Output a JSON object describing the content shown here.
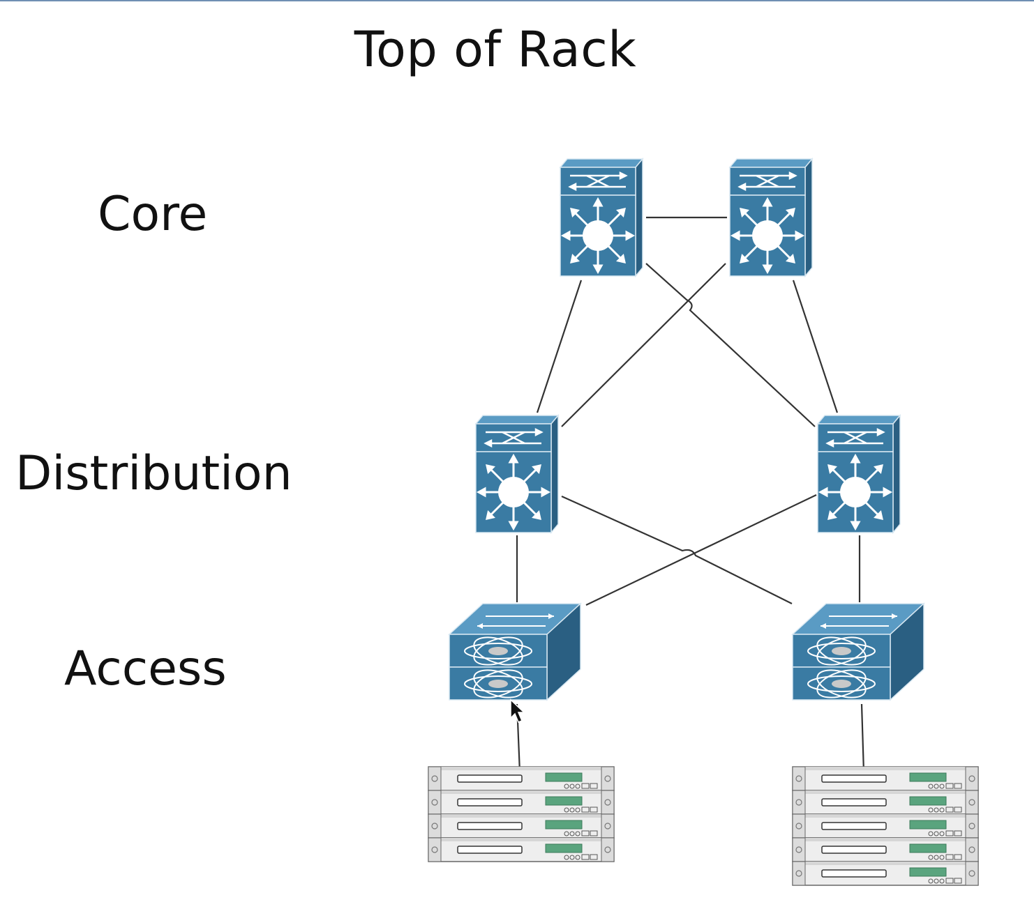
{
  "title": "Top of Rack",
  "layers": {
    "core": "Core",
    "distribution": "Distribution",
    "access": "Access"
  },
  "icons": {
    "core_switch": "layer3-switch-icon",
    "distribution_switch": "layer3-switch-icon",
    "access_switch": "nexus-switch-icon",
    "server_rack": "rack-server-icon",
    "cursor": "mouse-pointer-icon"
  },
  "colors": {
    "switch_fill": "#3a7ba3",
    "switch_side": "#2a5f82",
    "switch_top": "#5a9bc4",
    "link": "#333333",
    "text": "#111111"
  },
  "rack_units": {
    "left_rack": 4,
    "right_rack": 5
  }
}
